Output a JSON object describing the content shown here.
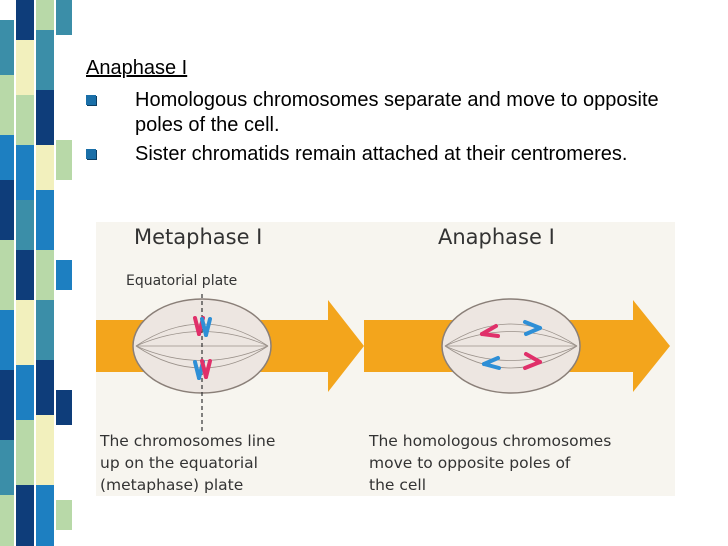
{
  "slide": {
    "heading": "Anaphase I",
    "bullets": [
      "Homologous chromosomes separate and move to opposite poles of the cell.",
      "Sister chromatids remain attached at their centromeres."
    ]
  },
  "figure": {
    "left_title": "Metaphase I",
    "right_title": "Anaphase I",
    "plate_label": "Equatorial plate",
    "left_caption": [
      "The chromosomes line",
      "up on the equatorial",
      "(metaphase) plate"
    ],
    "right_caption": [
      "The homologous chromosomes",
      "move to opposite poles of",
      "the cell"
    ]
  },
  "colors": {
    "arrow": "#f3a51c",
    "cell_fill": "#ede6e1",
    "chromosome_red": "#e0306a",
    "chromosome_blue": "#2e8fd6",
    "bullet": "#1a6fa8",
    "stripe_palette": [
      "#b8d9a8",
      "#f2f0bd",
      "#1d7fc1",
      "#0e3d7a",
      "#3b8ea8",
      "#ffffff"
    ]
  }
}
